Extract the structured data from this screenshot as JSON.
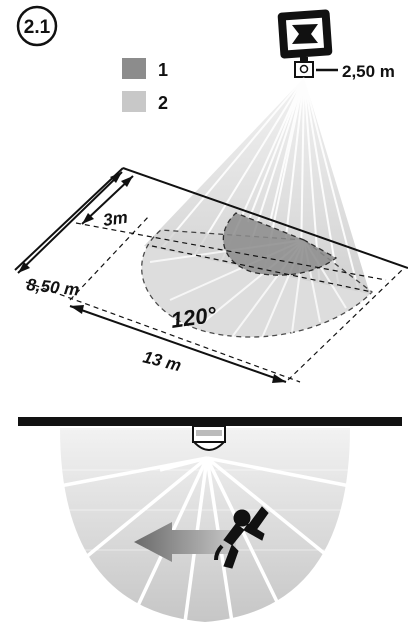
{
  "figure_number": "2.1",
  "legend": [
    {
      "label": "1",
      "color": "#8c8c8c"
    },
    {
      "label": "2",
      "color": "#c8c8c8"
    }
  ],
  "mount_height": "2,50 m",
  "dimensions": {
    "inner_depth": "3m",
    "total_depth": "8,50 m",
    "width": "13 m",
    "angle": "120°"
  },
  "icons": [
    "floodlight-icon",
    "pir-sensor-icon",
    "walking-person-icon",
    "motion-arrow-icon"
  ],
  "colors": {
    "zone1": "#8c8c8c",
    "zone2": "#c8c8c8",
    "line": "#111111",
    "arrow": "#6f6f6f"
  }
}
